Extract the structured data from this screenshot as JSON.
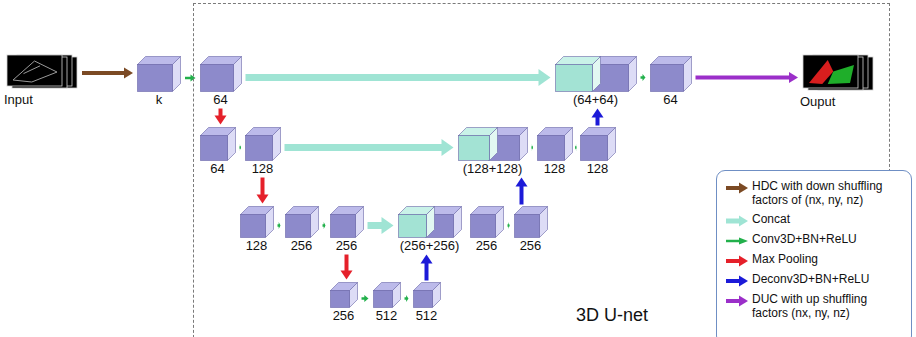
{
  "diagram": {
    "nodes": [
      {
        "text": [
          "Input"
        ]
      },
      {
        "text": [
          "k"
        ]
      },
      {
        "text": [
          "3D U-net"
        ]
      },
      {
        "text": [
          "64"
        ],
        "in": 2
      },
      {
        "text": [
          "(64+64)"
        ],
        "in": 2
      },
      {
        "text": [
          "64"
        ],
        "in": 2
      },
      {
        "text": [
          "Ouput"
        ]
      },
      {
        "text": [
          "64"
        ],
        "in": 2
      },
      {
        "text": [
          "128"
        ],
        "in": 2
      },
      {
        "text": [
          "(128+128)"
        ],
        "in": 2
      },
      {
        "text": [
          "128"
        ],
        "in": 2
      },
      {
        "text": [
          "128"
        ],
        "in": 2
      },
      {
        "text": [
          "128"
        ],
        "in": 2
      },
      {
        "text": [
          "256"
        ],
        "in": 2
      },
      {
        "text": [
          "256"
        ],
        "in": 2
      },
      {
        "text": [
          "(256+256)"
        ],
        "in": 2
      },
      {
        "text": [
          "256"
        ],
        "in": 2
      },
      {
        "text": [
          "256"
        ],
        "in": 2
      },
      {
        "text": [
          "256"
        ],
        "in": 2
      },
      {
        "text": [
          "512"
        ],
        "in": 2
      },
      {
        "text": [
          "512"
        ],
        "in": 2
      }
    ],
    "edges": [
      {
        "from": 0,
        "to": 1,
        "arrow": "to"
      },
      {
        "from": 1,
        "to": 3,
        "arrow": "to"
      },
      {
        "from": 3,
        "to": 4,
        "arrow": "to"
      },
      {
        "from": 4,
        "to": 5,
        "arrow": "to"
      },
      {
        "from": 5,
        "to": 6,
        "arrow": "to"
      },
      {
        "from": 3,
        "to": 7,
        "arrow": "to"
      },
      {
        "from": 7,
        "to": 8,
        "arrow": "to"
      },
      {
        "from": 8,
        "to": 9,
        "arrow": "to"
      },
      {
        "from": 9,
        "to": 10,
        "arrow": "to"
      },
      {
        "from": 10,
        "to": 11,
        "arrow": "to"
      },
      {
        "from": 11,
        "to": 4,
        "arrow": "to"
      },
      {
        "from": 8,
        "to": 12,
        "arrow": "to"
      },
      {
        "from": 12,
        "to": 13,
        "arrow": "to"
      },
      {
        "from": 13,
        "to": 14,
        "arrow": "to"
      },
      {
        "from": 14,
        "to": 15,
        "arrow": "to"
      },
      {
        "from": 15,
        "to": 16,
        "arrow": "to"
      },
      {
        "from": 16,
        "to": 17,
        "arrow": "to"
      },
      {
        "from": 17,
        "to": 9,
        "arrow": "to"
      },
      {
        "from": 14,
        "to": 18,
        "arrow": "to"
      },
      {
        "from": 18,
        "to": 19,
        "arrow": "to"
      },
      {
        "from": 19,
        "to": 20,
        "arrow": "to"
      },
      {
        "from": 20,
        "to": 15,
        "arrow": "to"
      }
    ],
    "legend": [
      {
        "text": "HDC with down shuffling factors of (nx, ny, nz)"
      },
      {
        "text": "Concat"
      },
      {
        "text": "Conv3D+BN+ReLU"
      },
      {
        "text": "Max Pooling"
      },
      {
        "text": "Deconv3D+BN+ReLU"
      },
      {
        "text": "DUC with up shuffling factors (nx, ny, nz)"
      }
    ]
  }
}
